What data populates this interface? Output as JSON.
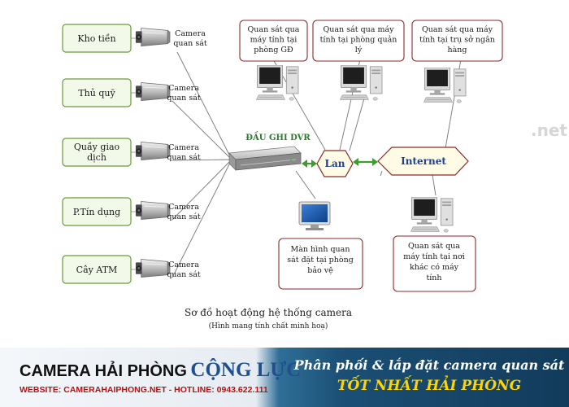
{
  "locations": [
    {
      "label": "Kho tiền",
      "camera_lines": [
        "Camera",
        "quan sát"
      ]
    },
    {
      "label": "Thủ quỹ",
      "camera_lines": [
        "Camera",
        "quan sát"
      ]
    },
    {
      "label_lines": [
        "Quầy giao",
        "dịch"
      ],
      "camera_lines": [
        "Camera",
        "quan sát"
      ]
    },
    {
      "label": "P.Tín dụng",
      "camera_lines": [
        "Camera",
        "quan sát"
      ]
    },
    {
      "label": "Cây ATM",
      "camera_lines": [
        "Camera",
        "quan sát"
      ]
    }
  ],
  "dvr": {
    "label": "ĐẦU GHI DVR"
  },
  "lan": {
    "label": "Lan"
  },
  "internet": {
    "label": "Internet"
  },
  "top_boxes": [
    {
      "lines": [
        "Quan sát qua",
        "máy tính tại",
        "phòng GĐ"
      ]
    },
    {
      "lines": [
        "Quan sát qua máy",
        "tính tại phòng quản",
        "lý"
      ]
    },
    {
      "lines": [
        "Quan sát qua máy",
        "tính tại trụ sở ngân",
        "hàng"
      ]
    }
  ],
  "monitor_box": {
    "lines": [
      "Màn hình quan",
      "sát đặt tại phòng",
      "bảo vệ"
    ]
  },
  "remote_box": {
    "lines": [
      "Quan sát qua",
      "máy tính tại nơi",
      "khác có máy",
      "tính"
    ]
  },
  "caption": {
    "title": "Sơ đồ hoạt động hệ thống camera",
    "subtitle": "(Hình mang tính chất minh hoạ)"
  },
  "watermark": ".net",
  "footer": {
    "brand_part1": "CAMERA HẢI PHÒNG",
    "brand_part2": "CỘNG LỰC",
    "website_line": "WEBSITE: CAMERAHAIPHONG.NET - HOTLINE: 0943.622.111",
    "slogan_line1": "Phân phối & lắp đặt camera quan sát",
    "slogan_line2": "TỐT NHẤT HẢI PHÒNG"
  },
  "colors": {
    "box_fill": "#f2f9e9",
    "box_stroke": "#6b9a3e",
    "callout_stroke": "#8a2a2a",
    "arrow_green": "#3e9b2e",
    "dvr_text": "#2d7a2d",
    "brand_blue": "#1f4f8f",
    "hotline_red": "#b31212",
    "slogan_yellow": "#ffd400"
  },
  "icons": [
    "camera-icon",
    "dvr-recorder-icon",
    "desktop-computer-icon",
    "monitor-icon"
  ]
}
